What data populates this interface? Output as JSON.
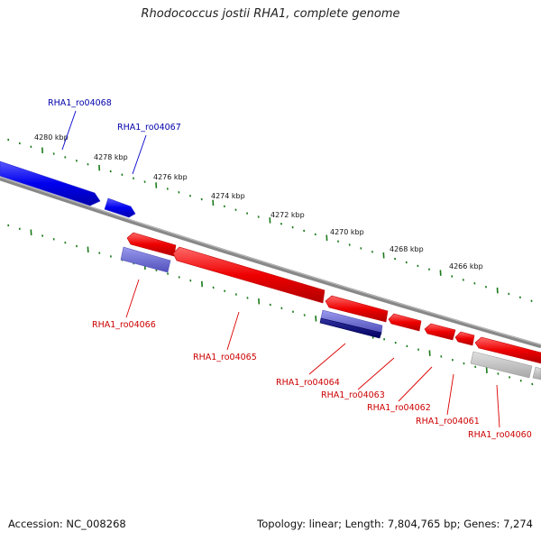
{
  "title": "Rhodococcus jostii RHA1, complete genome",
  "footer": {
    "accession": "Accession: NC_008268",
    "summary": "Topology: linear; Length: 7,804,765 bp; Genes: 7,274"
  },
  "colors": {
    "backbone": "#7a7a7a",
    "forward_gene": "#0000ff",
    "reverse_gene": "#ff0000",
    "reverse_gene_alt": "#6666cc",
    "reverse_gene_dark": "#000080",
    "pseudo_gene": "#bbbbbb",
    "ruler": "#1a7a1a",
    "forward_label": "#0000aa",
    "reverse_label": "#cc0000"
  },
  "scale": {
    "unit": "kbp",
    "labels": [
      "4280 kbp",
      "4278 kbp",
      "4276 kbp",
      "4274 kbp",
      "4272 kbp",
      "4270 kbp",
      "4268 kbp",
      "4266 kbp"
    ]
  },
  "genes": [
    {
      "id": "RHA1_ro04068",
      "strand": "forward"
    },
    {
      "id": "RHA1_ro04067",
      "strand": "forward"
    },
    {
      "id": "RHA1_ro04066",
      "strand": "reverse"
    },
    {
      "id": "RHA1_ro04065",
      "strand": "reverse"
    },
    {
      "id": "RHA1_ro04064",
      "strand": "reverse"
    },
    {
      "id": "RHA1_ro04063",
      "strand": "reverse"
    },
    {
      "id": "RHA1_ro04062",
      "strand": "reverse"
    },
    {
      "id": "RHA1_ro04061",
      "strand": "reverse"
    },
    {
      "id": "RHA1_ro04060",
      "strand": "reverse"
    }
  ]
}
